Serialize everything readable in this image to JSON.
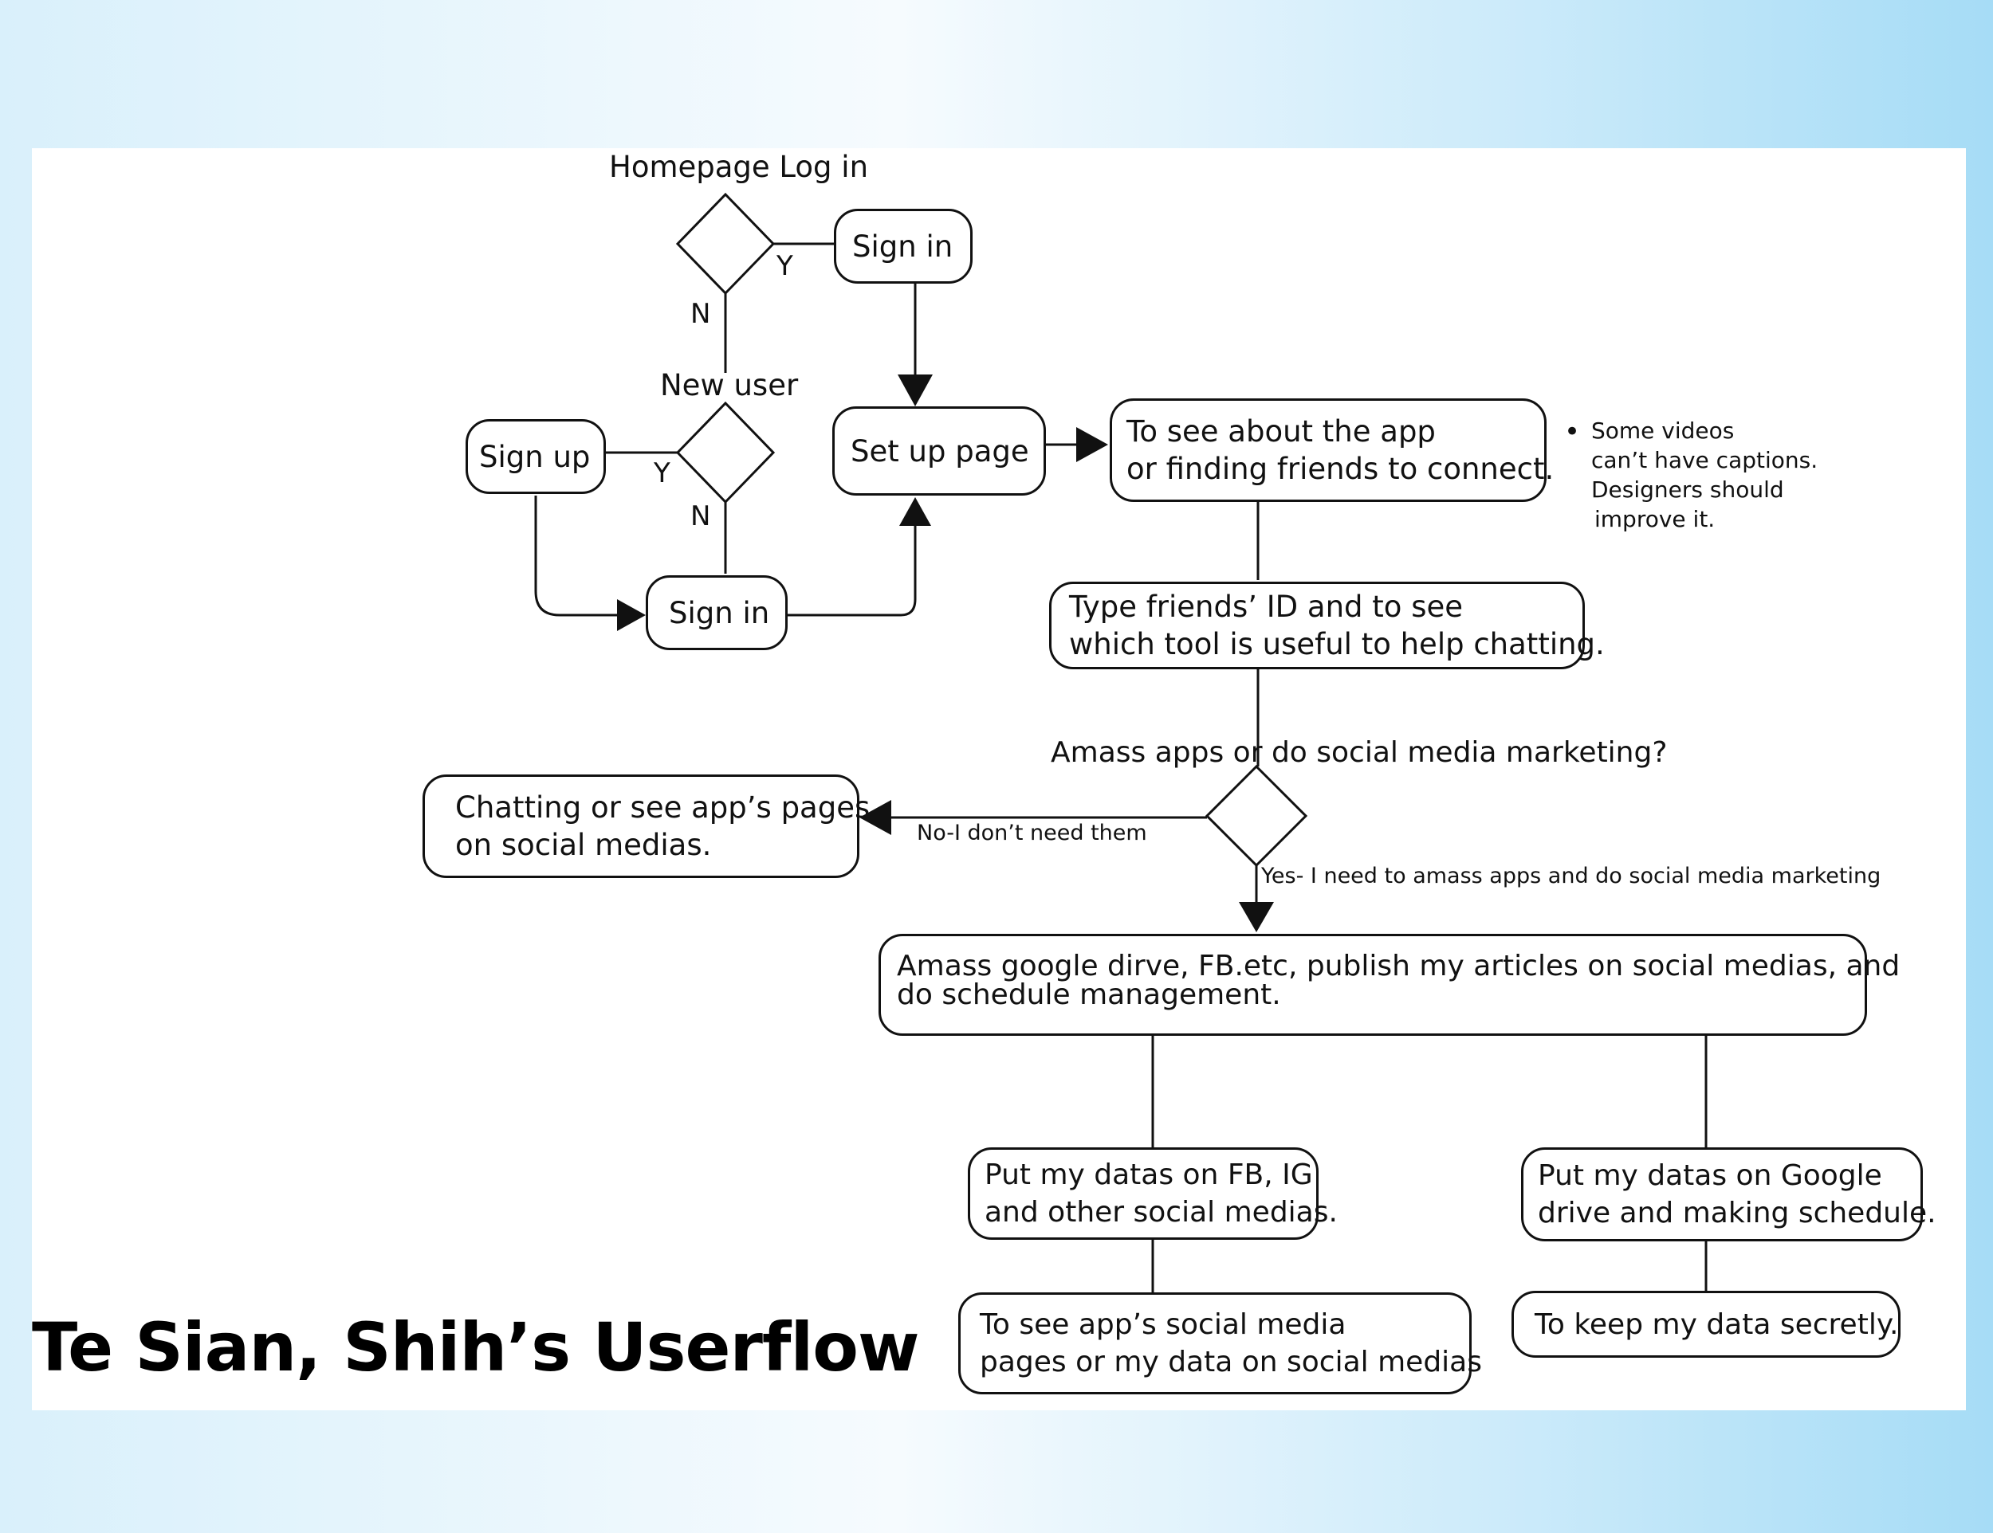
{
  "title": "Te Sian, Shih’s Userflow",
  "labels": {
    "homepage_login": "Homepage Log in",
    "new_user": "New user",
    "y1": "Y",
    "n1": "N",
    "y2": "Y",
    "n2": "N",
    "amass_question": "Amass apps or do social media marketing?",
    "no_branch": "No-I don’t need them",
    "yes_branch": "Yes- I need to amass apps and do social media marketing"
  },
  "nodes": {
    "sign_in_top": "Sign in",
    "sign_up": "Sign up",
    "sign_in_bottom": "Sign in",
    "set_up_page": "Set up page",
    "about_app": [
      "To see about the app",
      "or finding friends to connect."
    ],
    "type_friends": [
      "Type friends’ ID and to see",
      "which tool is useful to help chatting."
    ],
    "chatting": [
      "Chatting or see app’s pages",
      "on social medias."
    ],
    "amass": [
      "Amass google dirve, FB.etc, publish my articles on social medias, and",
      "do schedule management."
    ],
    "put_fb": [
      "Put my datas on FB, IG",
      "and other social medias."
    ],
    "put_google": [
      "Put my datas on Google",
      "drive and making schedule."
    ],
    "see_pages": [
      "To see app’s social media",
      "pages or my data on social medias"
    ],
    "keep_secret": "To keep my data secretly."
  },
  "note": {
    "bullet": "•",
    "lines": [
      "Some videos",
      "can’t have captions.",
      "Designers should",
      "improve it."
    ]
  }
}
